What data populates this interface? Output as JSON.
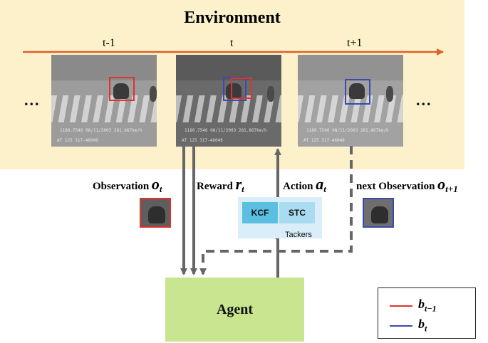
{
  "environment": {
    "title": "Environment"
  },
  "timeline": {
    "labels": [
      "t-1",
      "t",
      "t+1"
    ],
    "ellipsis_left": "...",
    "ellipsis_right": "..."
  },
  "frames": [
    {
      "timestamp": "1180.7546   08/11/2003   281.867km/h",
      "footer": "AT 125          317-46049",
      "box_colors": [
        "#e0332b"
      ]
    },
    {
      "timestamp": "1180.7546   08/11/2003   281.867km/h",
      "footer": "AT 125          317-46049",
      "box_colors": [
        "#3a4ab0",
        "#e0332b"
      ]
    },
    {
      "timestamp": "1180.7546   08/11/2003   281.867km/h",
      "footer": "AT 125          317-46049",
      "box_colors": [
        "#3a4ab0"
      ]
    }
  ],
  "labels": {
    "observation": {
      "text": "Observation",
      "symbol": "o",
      "sub": "t"
    },
    "reward": {
      "text": "Reward",
      "symbol": "r",
      "sub": "t"
    },
    "action": {
      "text": "Action",
      "symbol": "a",
      "sub": "t"
    },
    "next_observation": {
      "text": "next Observation",
      "symbol": "o",
      "sub": "t+1"
    }
  },
  "trackers": {
    "items": [
      "KCF",
      "STC"
    ],
    "caption": "Tackers"
  },
  "agent": {
    "label": "Agent"
  },
  "legend": {
    "items": [
      {
        "symbol": "b",
        "sub": "t−1",
        "color": "#e0332b"
      },
      {
        "symbol": "b",
        "sub": "t",
        "color": "#3a4ab0"
      }
    ]
  },
  "colors": {
    "timeline": "#d9622b",
    "arrow": "#666666",
    "environment_bg": "#fdf1cc",
    "agent_bg": "#c9e58f",
    "tracker_bg": "#d9eef8",
    "tracker_btn_kcf": "#5bbfe2",
    "tracker_btn_stc": "#a9dcf1"
  }
}
